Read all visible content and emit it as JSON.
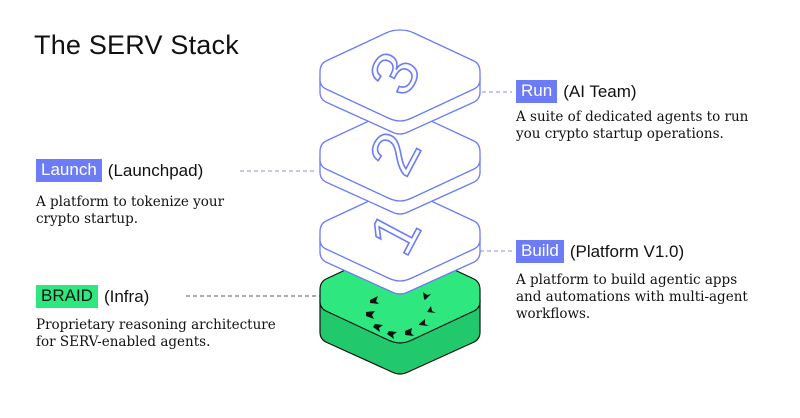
{
  "title": "The SERV Stack",
  "colors": {
    "accent_blue": "#6b7cf6",
    "accent_green": "#2ee87f",
    "stroke_blue": "#6b7cf6",
    "text": "#111111"
  },
  "layers": [
    {
      "number": "3",
      "tag": "Run",
      "sub": "(AI Team)",
      "desc_lines": [
        "A suite of dedicated agents to run",
        "you crypto startup operations."
      ]
    },
    {
      "number": "2",
      "tag": "Launch",
      "sub": "(Launchpad)",
      "desc_lines": [
        "A platform to tokenize your",
        "crypto startup."
      ]
    },
    {
      "number": "1",
      "tag": "Build",
      "sub": "(Platform V1.0)",
      "desc_lines": [
        "A platform to build agentic apps",
        "and automations with multi-agent",
        "workflows."
      ]
    },
    {
      "number": "",
      "tag": "BRAID",
      "sub": "(Infra)",
      "desc_lines": [
        "Proprietary reasoning architecture",
        "for SERV-enabled agents."
      ],
      "icon": "chevron-ring-icon"
    }
  ]
}
